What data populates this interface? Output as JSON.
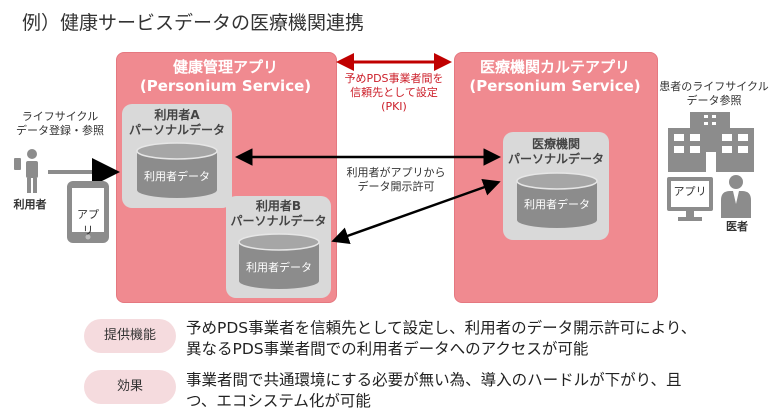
{
  "title": "例）健康サービスデータの医療機関連携",
  "left_panel": {
    "title_line1": "健康管理アプリ",
    "title_line2": "(Personium Service)"
  },
  "right_panel": {
    "title_line1": "医療機関カルテアプリ",
    "title_line2": "(Personium Service)"
  },
  "card_a": {
    "line1": "利用者A",
    "line2": "パーソナルデータ",
    "db": "利用者データ"
  },
  "card_b": {
    "line1": "利用者B",
    "line2": "パーソナルデータ",
    "db": "利用者データ"
  },
  "card_med": {
    "line1": "医療機関",
    "line2": "パーソナルデータ",
    "db": "利用者データ"
  },
  "pki_note": {
    "line1": "予めPDS事業者間を",
    "line2": "信頼先として設定",
    "line3": "(PKI)"
  },
  "permit_note": {
    "line1": "利用者がアプリから",
    "line2": "データ開示許可"
  },
  "user_side": {
    "note_line1": "ライフサイクル",
    "note_line2": "データ登録・参照",
    "user_label": "利用者",
    "app_label": "アプリ"
  },
  "doctor_side": {
    "note_line1": "患者のライフサイクル",
    "note_line2": "データ参照",
    "app_label": "アプリ",
    "doctor_label": "医者"
  },
  "features": [
    {
      "label": "提供機能",
      "text_line1": "予めPDS事業者を信頼先として設定し、利用者のデータ開示許可により、",
      "text_line2": "異なるPDS事業者間での利用者データへのアクセスが可能"
    },
    {
      "label": "効果",
      "text_line1": "事業者間で共通環境にする必要が無い為、導入のハードルが下がり、且",
      "text_line2": "つ、エコシステム化が可能"
    }
  ],
  "colors": {
    "panel": "#f08a90",
    "card": "#d9d9d9",
    "cylinder": "#8c8c8c",
    "icon": "#8c8c8c",
    "pill": "#f5dbde",
    "pki_arrow": "#c00000"
  }
}
